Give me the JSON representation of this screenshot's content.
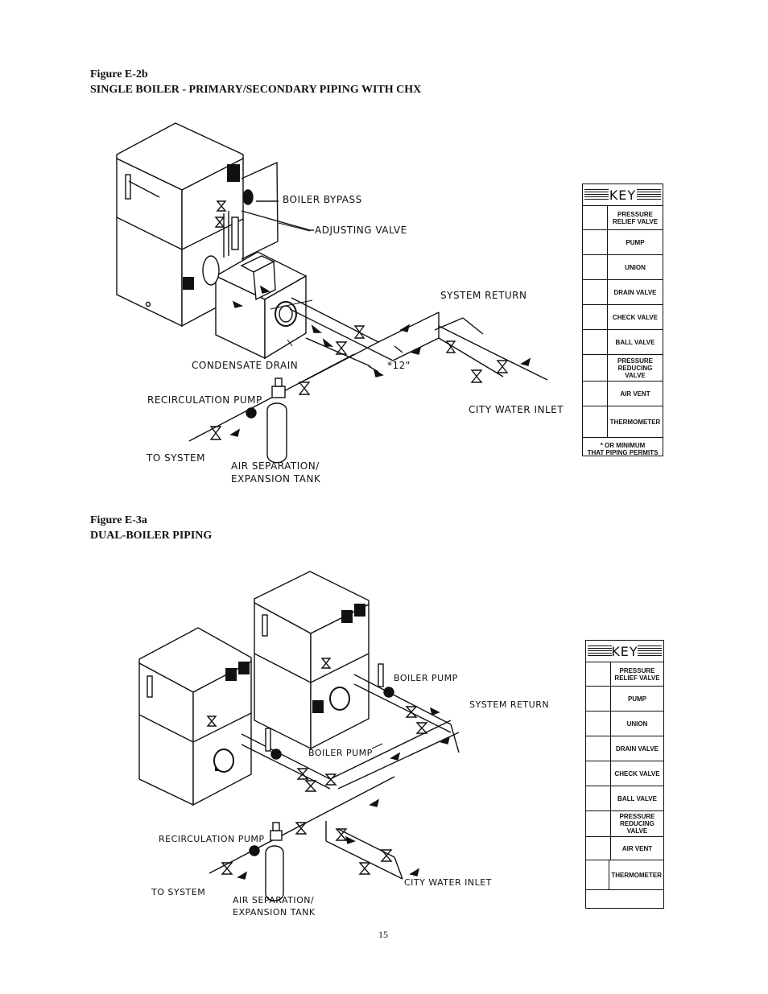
{
  "fig1": {
    "title": "Figure E-2b",
    "subtitle": "SINGLE BOILER - PRIMARY/SECONDARY PIPING WITH CHX",
    "labels": {
      "boiler_bypass": "BOILER BYPASS",
      "adjusting_valve": "ADJUSTING VALVE",
      "system_return": "SYSTEM RETURN",
      "condensate_drain": "CONDENSATE DRAIN",
      "twelve": "*12\"",
      "recirculation_pump": "RECIRCULATION PUMP",
      "city_water_inlet": "CITY WATER INLET",
      "to_system": "TO SYSTEM",
      "air_sep_1": "AIR SEPARATION/",
      "air_sep_2": "EXPANSION TANK"
    },
    "key": {
      "title": "KEY",
      "items": [
        {
          "line1": "PRESSURE",
          "line2": "RELIEF VALVE"
        },
        {
          "line1": "PUMP",
          "line2": ""
        },
        {
          "line1": "UNION",
          "line2": ""
        },
        {
          "line1": "DRAIN VALVE",
          "line2": ""
        },
        {
          "line1": "CHECK VALVE",
          "line2": ""
        },
        {
          "line1": "BALL VALVE",
          "line2": ""
        },
        {
          "line1": "PRESSURE",
          "line2": "REDUCING VALVE"
        },
        {
          "line1": "AIR VENT",
          "line2": ""
        },
        {
          "line1": "THERMOMETER",
          "line2": ""
        }
      ],
      "note1": "* OR MINIMUM",
      "note2": "THAT PIPING PERMITS"
    }
  },
  "fig2": {
    "title": "Figure E-3a",
    "subtitle": "DUAL-BOILER PIPING",
    "labels": {
      "boiler_pump_top": "BOILER PUMP",
      "system_return": "SYSTEM RETURN",
      "boiler_pump_mid": "BOILER PUMP",
      "recirculation_pump": "RECIRCULATION PUMP",
      "city_water_inlet": "CITY WATER INLET",
      "to_system": "TO SYSTEM",
      "air_sep_1": "AIR SEPARATION/",
      "air_sep_2": "EXPANSION TANK"
    },
    "key": {
      "title": "KEY",
      "items": [
        {
          "line1": "PRESSURE",
          "line2": "RELIEF VALVE"
        },
        {
          "line1": "PUMP",
          "line2": ""
        },
        {
          "line1": "UNION",
          "line2": ""
        },
        {
          "line1": "DRAIN VALVE",
          "line2": ""
        },
        {
          "line1": "CHECK VALVE",
          "line2": ""
        },
        {
          "line1": "BALL VALVE",
          "line2": ""
        },
        {
          "line1": "PRESSURE",
          "line2": "REDUCING VALVE"
        },
        {
          "line1": "AIR VENT",
          "line2": ""
        },
        {
          "line1": "THERMOMETER",
          "line2": ""
        }
      ]
    }
  },
  "page_number": "15"
}
